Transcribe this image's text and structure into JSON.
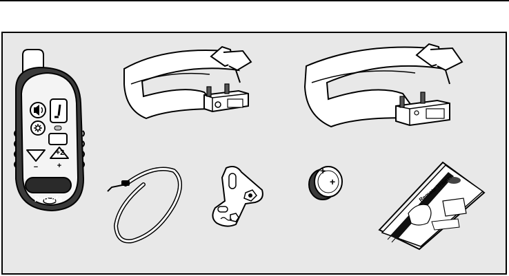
{
  "colors": {
    "panel_background": "#e8e8e8",
    "outline": "#000000",
    "part_fill": "#ffffff"
  },
  "remote": {
    "logo_text": "PetSafe",
    "boost_label": "+2",
    "minus_label": "−",
    "plus_label": "+"
  },
  "battery": {
    "top_sign": "+",
    "face_sign": "+"
  },
  "manual": {
    "title_text": "Remote Trainer"
  },
  "icons": [
    "speaker-icon",
    "light-icon",
    "display-screen"
  ]
}
